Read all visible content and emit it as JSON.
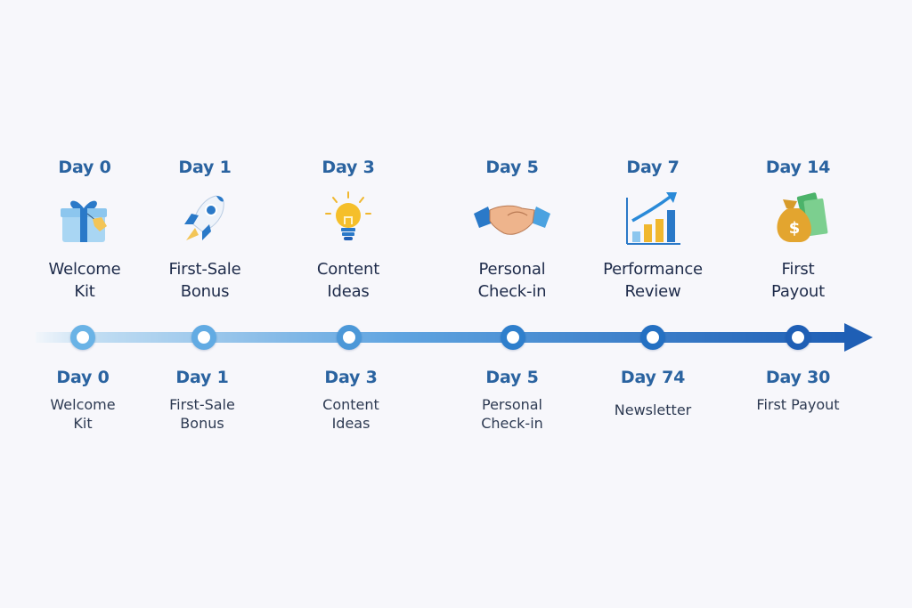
{
  "colors": {
    "background": "#f7f7fb",
    "day_label": "#2a63a0",
    "title_text": "#1e2b4a",
    "timeline_start": "#d7e9f7",
    "timeline_end": "#1f5fb5"
  },
  "milestones_top": [
    {
      "day": "Day 0",
      "icon": "gift-box-icon",
      "title_line1": "Welcome",
      "title_line2": "Kit"
    },
    {
      "day": "Day 1",
      "icon": "rocket-icon",
      "title_line1": "First-Sale",
      "title_line2": "Bonus"
    },
    {
      "day": "Day 3",
      "icon": "lightbulb-icon",
      "title_line1": "Content",
      "title_line2": "Ideas"
    },
    {
      "day": "Day 5",
      "icon": "handshake-icon",
      "title_line1": "Personal",
      "title_line2": "Check-in"
    },
    {
      "day": "Day 7",
      "icon": "growth-chart-icon",
      "title_line1": "Performance",
      "title_line2": "Review"
    },
    {
      "day": "Day 14",
      "icon": "money-bag-icon",
      "title_line1": "First",
      "title_line2": "Payout"
    }
  ],
  "milestones_bottom": [
    {
      "day": "Day 0",
      "label_line1": "Welcome",
      "label_line2": "Kit"
    },
    {
      "day": "Day 1",
      "label_line1": "First-Sale",
      "label_line2": "Bonus"
    },
    {
      "day": "Day 3",
      "label_line1": "Content",
      "label_line2": "Ideas"
    },
    {
      "day": "Day 5",
      "label_line1": "Personal",
      "label_line2": "Check-in"
    },
    {
      "day": "Day 74",
      "label_line1": "Newsletter",
      "label_line2": ""
    },
    {
      "day": "Day 30",
      "label_line1": "First Payout",
      "label_line2": ""
    }
  ],
  "timeline": {
    "node_count": 6,
    "direction_icon": "arrow-right-icon"
  }
}
